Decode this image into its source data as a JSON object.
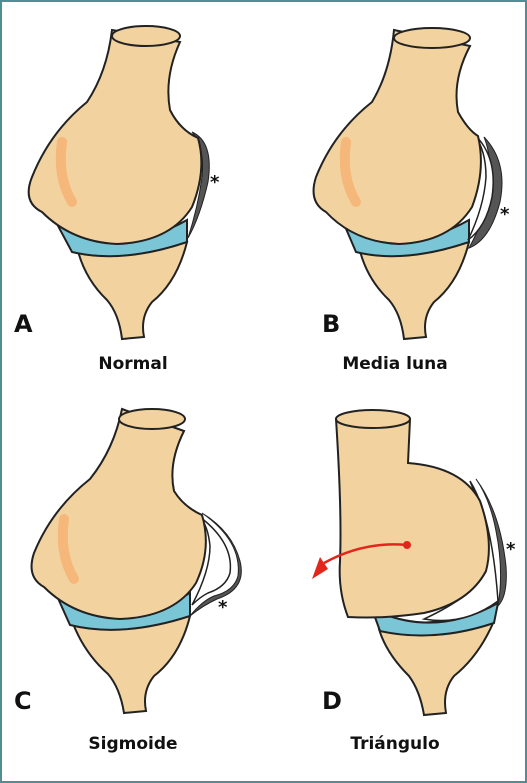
{
  "panels": [
    {
      "letter": "A",
      "caption": "Normal",
      "marker": "*"
    },
    {
      "letter": "B",
      "caption": "Media luna",
      "marker": "*"
    },
    {
      "letter": "C",
      "caption": "Sigmoide",
      "marker": "*"
    },
    {
      "letter": "D",
      "caption": "Triángulo",
      "marker": "*"
    }
  ],
  "colors": {
    "frame": "#4f8f94",
    "bone": "#f2d3a0",
    "bone_shadow": "#f5b87a",
    "cartilage": "#7ac6d6",
    "shadow": "#555555",
    "arrow": "#e2261b"
  }
}
